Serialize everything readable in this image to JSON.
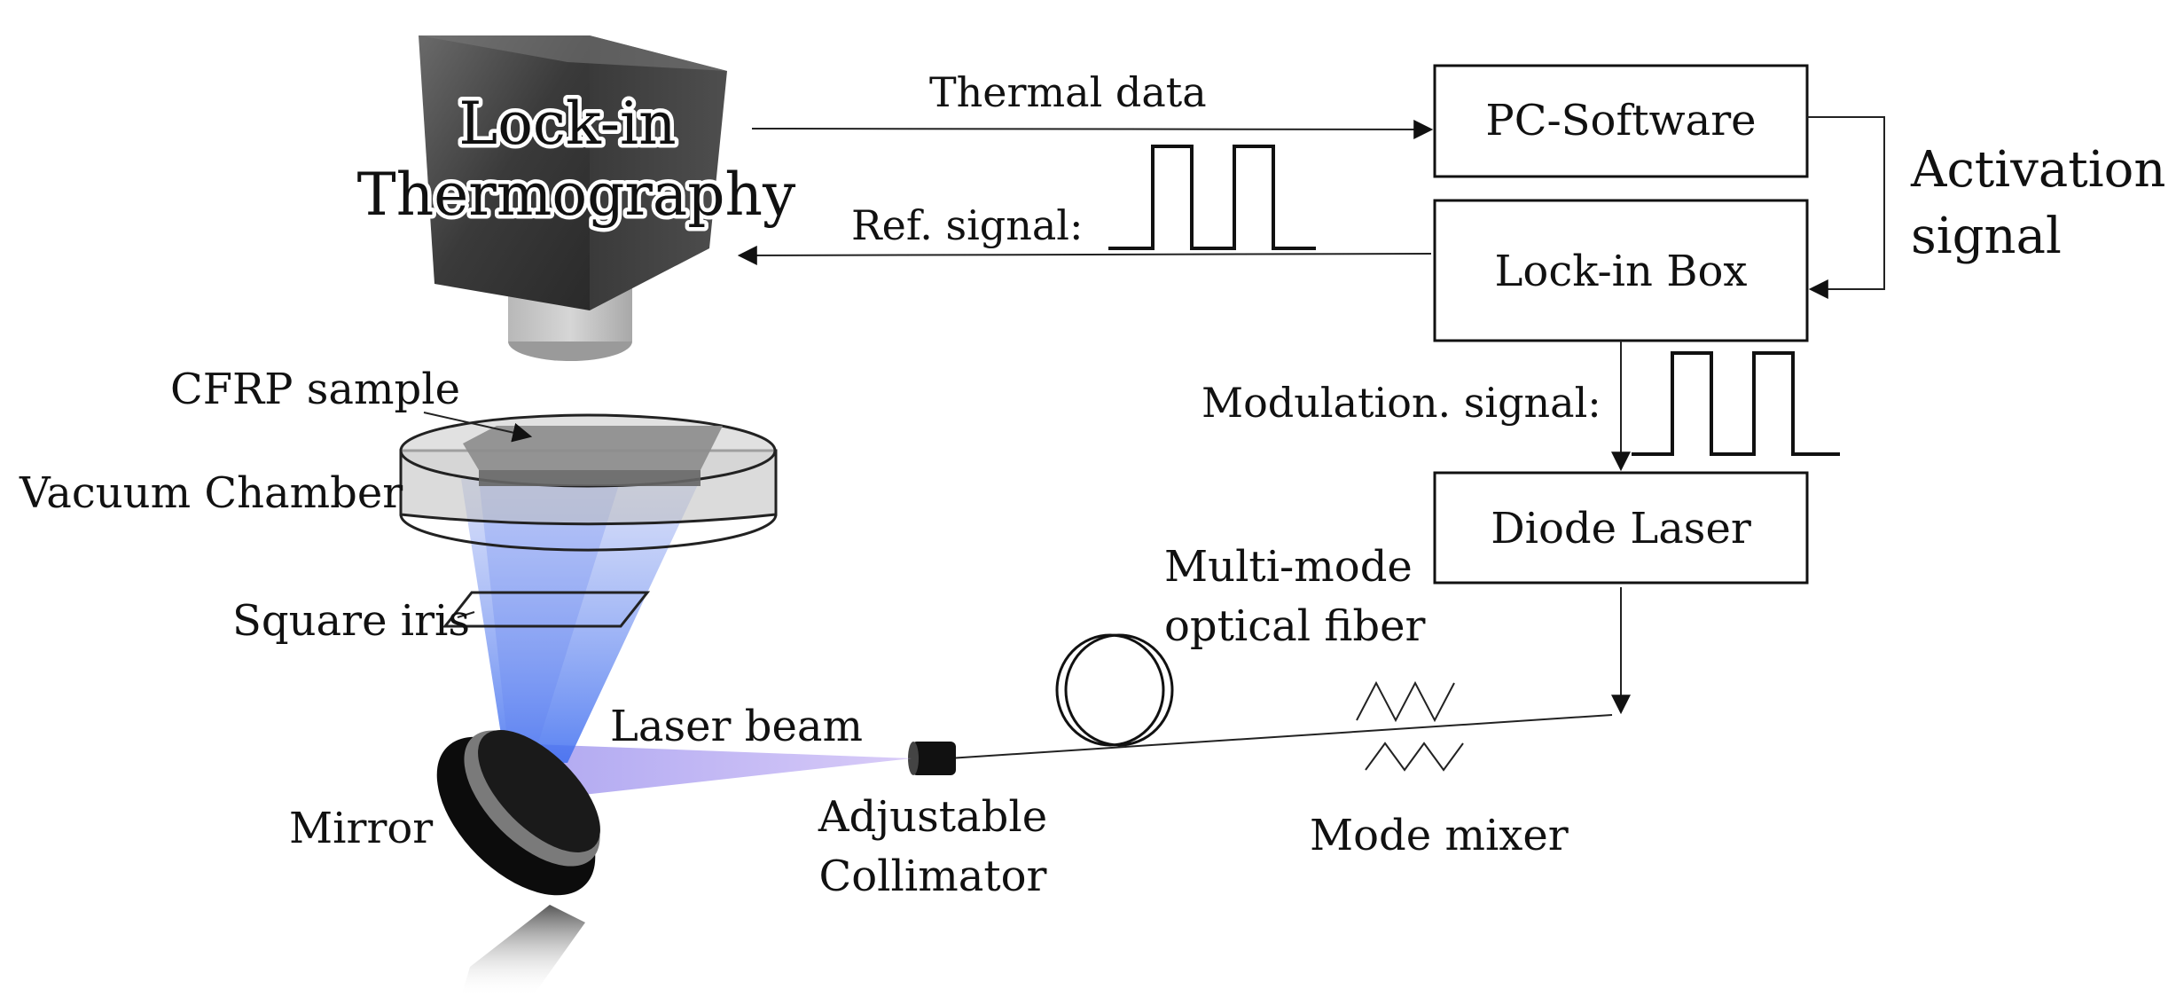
{
  "camera": {
    "label_line1": "Lock-in",
    "label_line2": "Thermography"
  },
  "boxes": {
    "pc_software": "PC-Software",
    "lock_in_box": "Lock-in Box",
    "diode_laser": "Diode Laser"
  },
  "signals": {
    "thermal_data": "Thermal data",
    "ref_signal": "Ref. signal:",
    "activation_line1": "Activation",
    "activation_line2": "signal",
    "modulation_signal": "Modulation. signal:"
  },
  "components": {
    "cfrp_sample": "CFRP sample",
    "vacuum_chamber": "Vacuum Chamber",
    "square_iris": "Square iris",
    "laser_beam": "Laser beam",
    "mirror": "Mirror",
    "collimator_line1": "Adjustable",
    "collimator_line2": "Collimator",
    "fiber_line1": "Multi-mode",
    "fiber_line2": "optical fiber",
    "mode_mixer": "Mode mixer"
  }
}
